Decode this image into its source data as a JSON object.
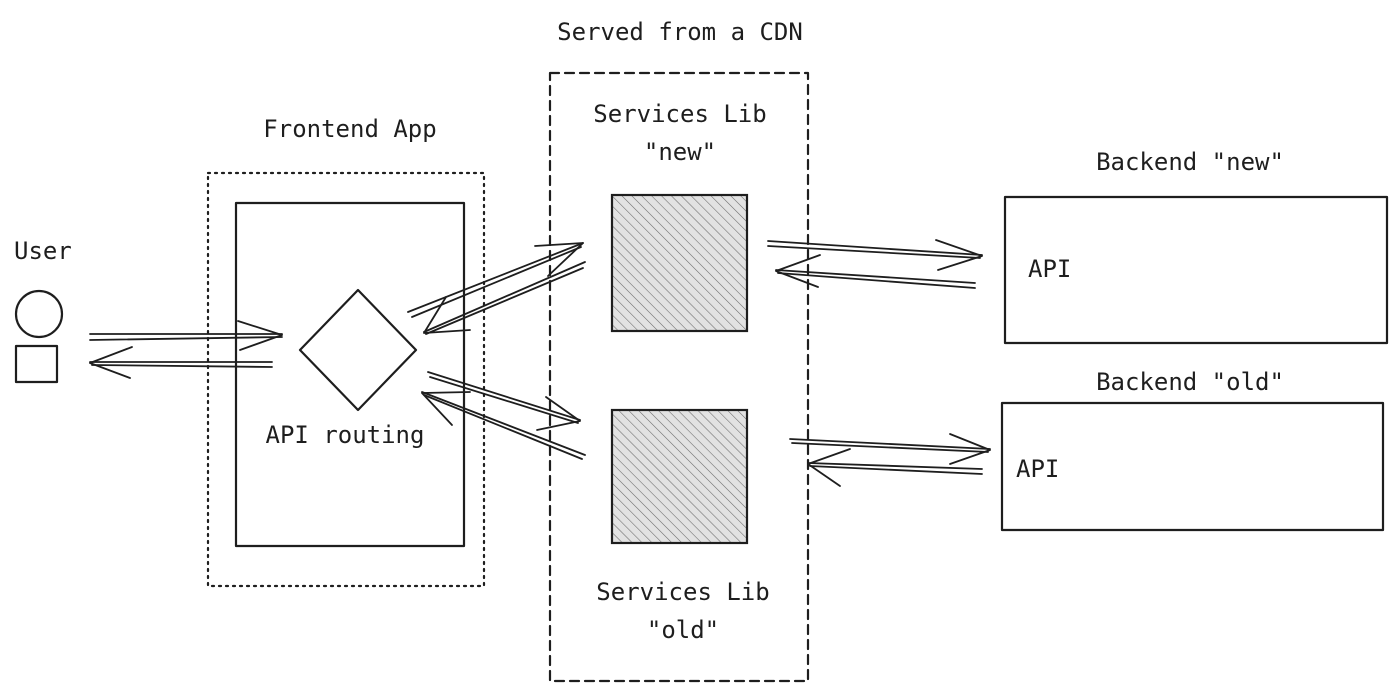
{
  "labels": {
    "cdn_title": "Served from a CDN",
    "frontend_title": "Frontend App",
    "user": "User",
    "api_routing": "API routing",
    "services_new_line1": "Services Lib",
    "services_new_line2": "\"new\"",
    "services_old_line1": "Services Lib",
    "services_old_line2": "\"old\"",
    "backend_new_title": "Backend \"new\"",
    "backend_new_api": "API",
    "backend_old_title": "Backend \"old\"",
    "backend_old_api": "API"
  },
  "colors": {
    "ink": "#1e1e1e",
    "hatch_fill": "#e2e2e2"
  }
}
